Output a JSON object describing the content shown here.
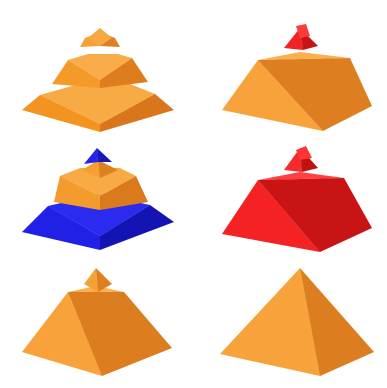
{
  "colors": {
    "orange": "#f59a2f",
    "red": "#ef1d1d",
    "blue": "#1c1ce0",
    "background": "#ffffff"
  },
  "pyramids": [
    {
      "name": "pyramid-orange-three-tier-stepped",
      "colors": [
        "orange",
        "orange",
        "orange",
        "orange"
      ]
    },
    {
      "name": "pyramid-orange-red-tip",
      "colors": [
        "orange",
        "red"
      ]
    },
    {
      "name": "pyramid-blue-orange-tiers",
      "colors": [
        "blue",
        "orange",
        "orange",
        "blue"
      ]
    },
    {
      "name": "pyramid-red-full",
      "colors": [
        "red",
        "red"
      ]
    },
    {
      "name": "pyramid-orange-small-tip",
      "colors": [
        "orange",
        "orange"
      ]
    },
    {
      "name": "pyramid-orange-plain",
      "colors": [
        "orange"
      ]
    }
  ]
}
